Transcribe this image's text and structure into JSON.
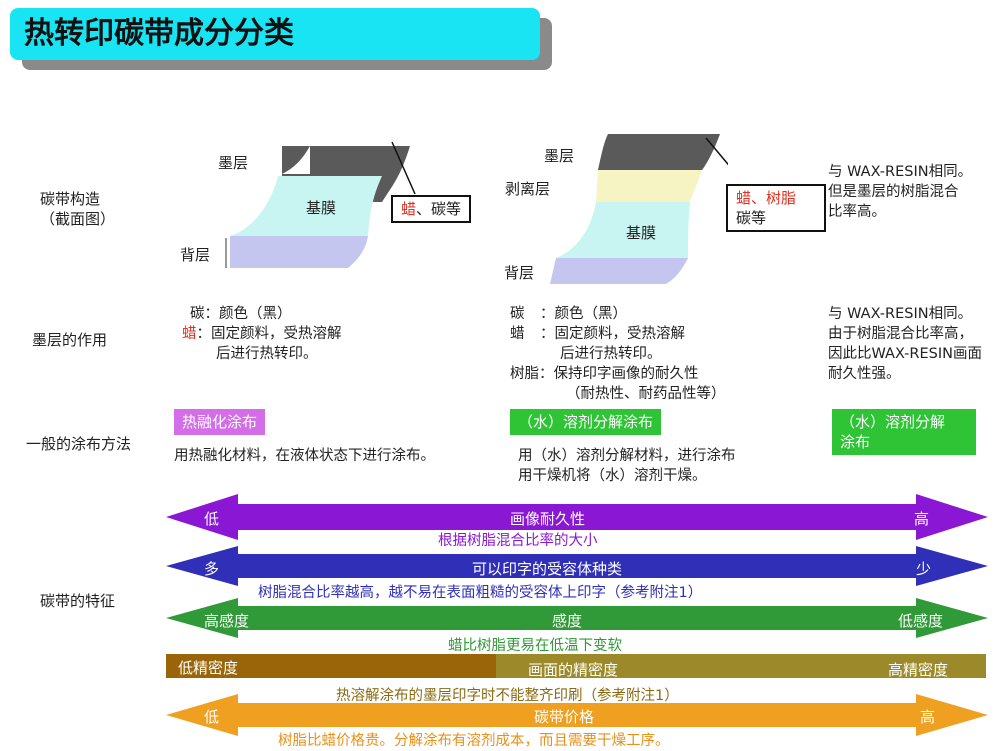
{
  "title": "热转印碳带成分分类",
  "rows": {
    "structure": [
      "碳带构造",
      "（截面图）"
    ],
    "ink_role": "墨层的作用",
    "coating": "一般的涂布方法",
    "features": "碳带的特征"
  },
  "col1": {
    "layer_ink": "墨层",
    "layer_film": "基膜",
    "layer_back": "背层",
    "callout_red": "蜡",
    "callout_rest": "、碳等",
    "role_lines": [
      "碳：颜色（黑）",
      "：固定颜料，受热溶解",
      "后进行热转印。"
    ],
    "role_wax": "蜡",
    "method_badge": "热融化涂布",
    "method_text": "用热融化材料，在液体状态下进行涂布。"
  },
  "col2": {
    "layer_ink": "墨层",
    "layer_release": "剥离层",
    "layer_film": "基膜",
    "layer_back": "背层",
    "callout_red": "蜡、树脂",
    "callout_rest": "碳等",
    "role_carbon_label": "碳",
    "role_carbon": "：颜色（黑）",
    "role_wax_label": "蜡",
    "role_wax": "：固定颜料，受热溶解",
    "role_wax2": "后进行热转印。",
    "role_resin": "树脂：保持印字画像的耐久性",
    "role_resin2": "（耐热性、耐药品性等）",
    "method_badge": "（水）溶剂分解涂布",
    "method_text": [
      "用（水）溶剂分解材料，进行涂布",
      "用干燥机将（水）溶剂干燥。"
    ]
  },
  "col3": {
    "structure_text": [
      "与 WAX-RESIN相同。",
      "但是墨层的树脂混合",
      "比率高。"
    ],
    "role_text": [
      "与 WAX-RESIN相同。",
      "由于树脂混合比率高，",
      "因此比WAX-RESIN画面",
      "耐久性强。"
    ],
    "method_badge": [
      "（水）溶剂分解",
      "涂布"
    ]
  },
  "arrows": [
    {
      "left": "低",
      "center": "画像耐久性",
      "right": "高",
      "color": "#8a17d4",
      "note": "根据树脂混合比率的大小",
      "note_color": "#8a17d4"
    },
    {
      "left": "多",
      "center": "可以印字的受容体种类",
      "right": "少",
      "color": "#2f2fb8",
      "note": "树脂混合比率越高，越不易在表面粗糙的受容体上印字（参考附注1）",
      "note_color": "#2f2fb8"
    },
    {
      "left": "高感度",
      "center": "感度",
      "right": "低感度",
      "color": "#2f9a37",
      "note": "蜡比树脂更易在低温下变软",
      "note_color": "#2f9a37"
    },
    {
      "left": "低精密度",
      "center": "画面的精密度",
      "right": "高精密度",
      "color": "#9c8a2a",
      "note": "热溶解涂布的墨层印字时不能整齐印刷（参考附注1）",
      "note_color": "#8a6a10"
    },
    {
      "left": "低",
      "center": "碳带价格",
      "right": "高",
      "color": "#f0a020",
      "note": "树脂比蜡价格贵。分解涂布有溶剂成本，而且需要干燥工序。",
      "note_color": "#e8901a"
    }
  ],
  "colors": {
    "title_bg": "#19e4f4",
    "ink": "#5a5a5a",
    "film": "#c8f4f2",
    "back": "#c4c6f0",
    "release": "#f7f4c4",
    "badge_wax": "#d46ee8",
    "badge_solvent": "#2ec436"
  }
}
